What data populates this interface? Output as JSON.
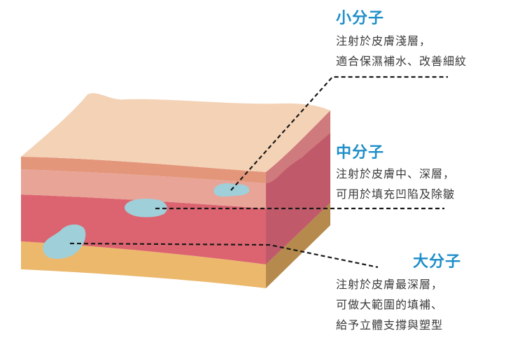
{
  "labels": [
    {
      "title": "小分子",
      "lines": [
        "注射於皮膚淺層，",
        "適合保濕補水、改善細紋"
      ]
    },
    {
      "title": "中分子",
      "lines": [
        "注射於皮膚中、深層，",
        "可用於填充凹陷及除皺"
      ]
    },
    {
      "title": "大分子",
      "lines": [
        "注射於皮膚最深層，",
        "可做大範圍的填補、",
        "給予立體支撐與塑型"
      ]
    }
  ],
  "colors": {
    "title": "#1e8ec8",
    "top_skin": "#f4d2b6",
    "epidermis_band": "#e3967a",
    "dermis_light": "#e8a497",
    "dermis_deep": "#dc6470",
    "fat": "#ebb86c",
    "side_dermis": "#c05a6a",
    "side_fat": "#b58a4c",
    "filler": "#9fcfd8"
  }
}
